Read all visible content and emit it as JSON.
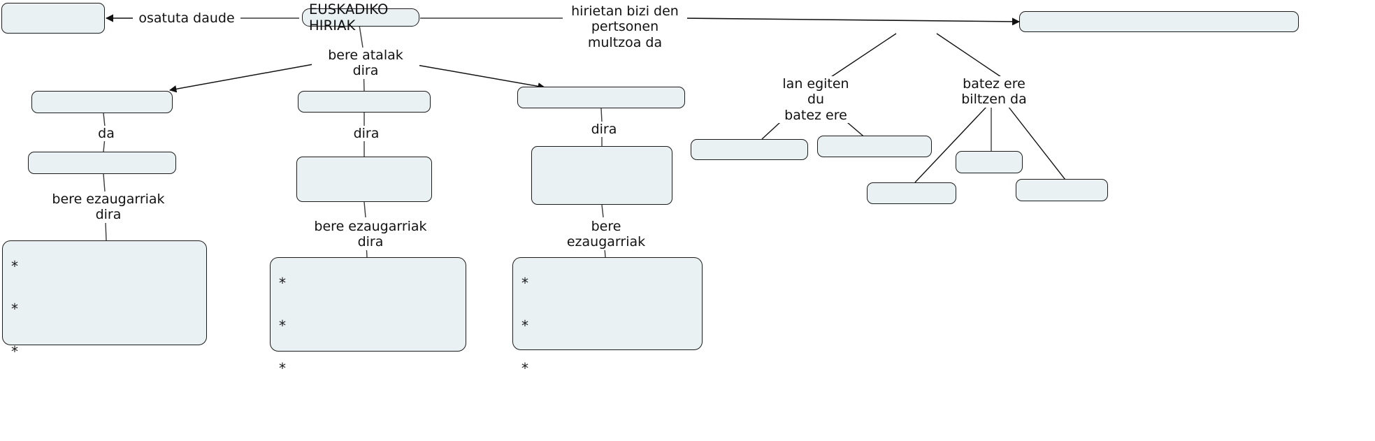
{
  "diagram": {
    "title": "EUSKADIKO HIRIAK",
    "type": "concept-map",
    "background_color": "#ffffff",
    "node_fill_color": "#eaf1f3",
    "node_border_color": "#1b1b1b",
    "text_color": "#111111"
  },
  "root": {
    "label": "EUSKADIKO HIRIAK"
  },
  "edge_labels": {
    "osatuta_daude": "osatuta daude",
    "hirietan_bizi": "hirietan bizi den\npertsonen multzoa da",
    "bere_atalak_dira": "bere atalak dira",
    "da": "da",
    "dira_middle": "dira",
    "dira_right": "dira",
    "bere_ezaugarriak_dira_left": "bere ezaugarriak dira",
    "bere_ezaugarriak_dira_middle": "bere ezaugarriak dira",
    "bere_ezaugarriak_right": "bere ezaugarriak",
    "lan_egiten_du": "lan egiten du\nbatez ere",
    "batez_ere_biltzen": "batez ere\nbiltzen da"
  },
  "nodes": [
    {
      "id": "osatuta-box",
      "label": ""
    },
    {
      "id": "branch-1-top",
      "label": ""
    },
    {
      "id": "branch-1-mid",
      "label": ""
    },
    {
      "id": "branch-2-top",
      "label": ""
    },
    {
      "id": "branch-2-mid",
      "label": ""
    },
    {
      "id": "branch-3-top",
      "label": ""
    },
    {
      "id": "branch-3-mid",
      "label": ""
    },
    {
      "id": "population-box",
      "label": ""
    },
    {
      "id": "work-box-1",
      "label": ""
    },
    {
      "id": "work-box-2",
      "label": ""
    },
    {
      "id": "gather-box-1",
      "label": ""
    },
    {
      "id": "gather-box-2",
      "label": ""
    },
    {
      "id": "gather-box-3",
      "label": ""
    }
  ],
  "bullet_boxes": [
    {
      "id": "features-1",
      "bullets": [
        "*",
        "*",
        "*"
      ]
    },
    {
      "id": "features-2",
      "bullets": [
        "*",
        "*",
        "*"
      ]
    },
    {
      "id": "features-3",
      "bullets": [
        "*",
        "*",
        "*"
      ]
    }
  ]
}
